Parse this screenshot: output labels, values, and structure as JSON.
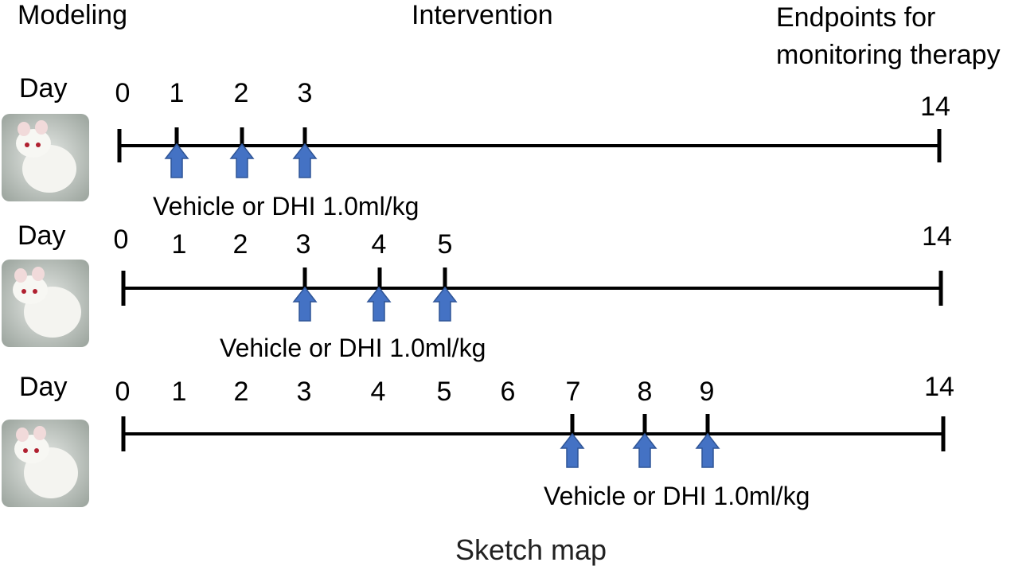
{
  "headers": {
    "modeling": "Modeling",
    "intervention": "Intervention",
    "endpoints_line1": "Endpoints for",
    "endpoints_line2": "monitoring therapy"
  },
  "caption": "Sketch map",
  "colors": {
    "arrow_fill": "#4472C4",
    "arrow_stroke": "#2F5597",
    "line": "#000000"
  },
  "icons": [
    "rat-photo-icon",
    "up-arrow-icon"
  ],
  "timelines": [
    {
      "day_label": "Day",
      "day_numbers": [
        "0",
        "1",
        "2",
        "3",
        "14"
      ],
      "dosing_days": [
        1,
        2,
        3
      ],
      "dose_text": "Vehicle or DHI 1.0ml/kg"
    },
    {
      "day_label": "Day",
      "day_numbers": [
        "0",
        "1",
        "2",
        "3",
        "4",
        "5",
        "14"
      ],
      "dosing_days": [
        3,
        4,
        5
      ],
      "dose_text": "Vehicle or DHI 1.0ml/kg"
    },
    {
      "day_label": "Day",
      "day_numbers": [
        "0",
        "1",
        "2",
        "3",
        "4",
        "5",
        "6",
        "7",
        "8",
        "9",
        "14"
      ],
      "dosing_days": [
        7,
        8,
        9
      ],
      "dose_text": "Vehicle or DHI 1.0ml/kg"
    }
  ]
}
